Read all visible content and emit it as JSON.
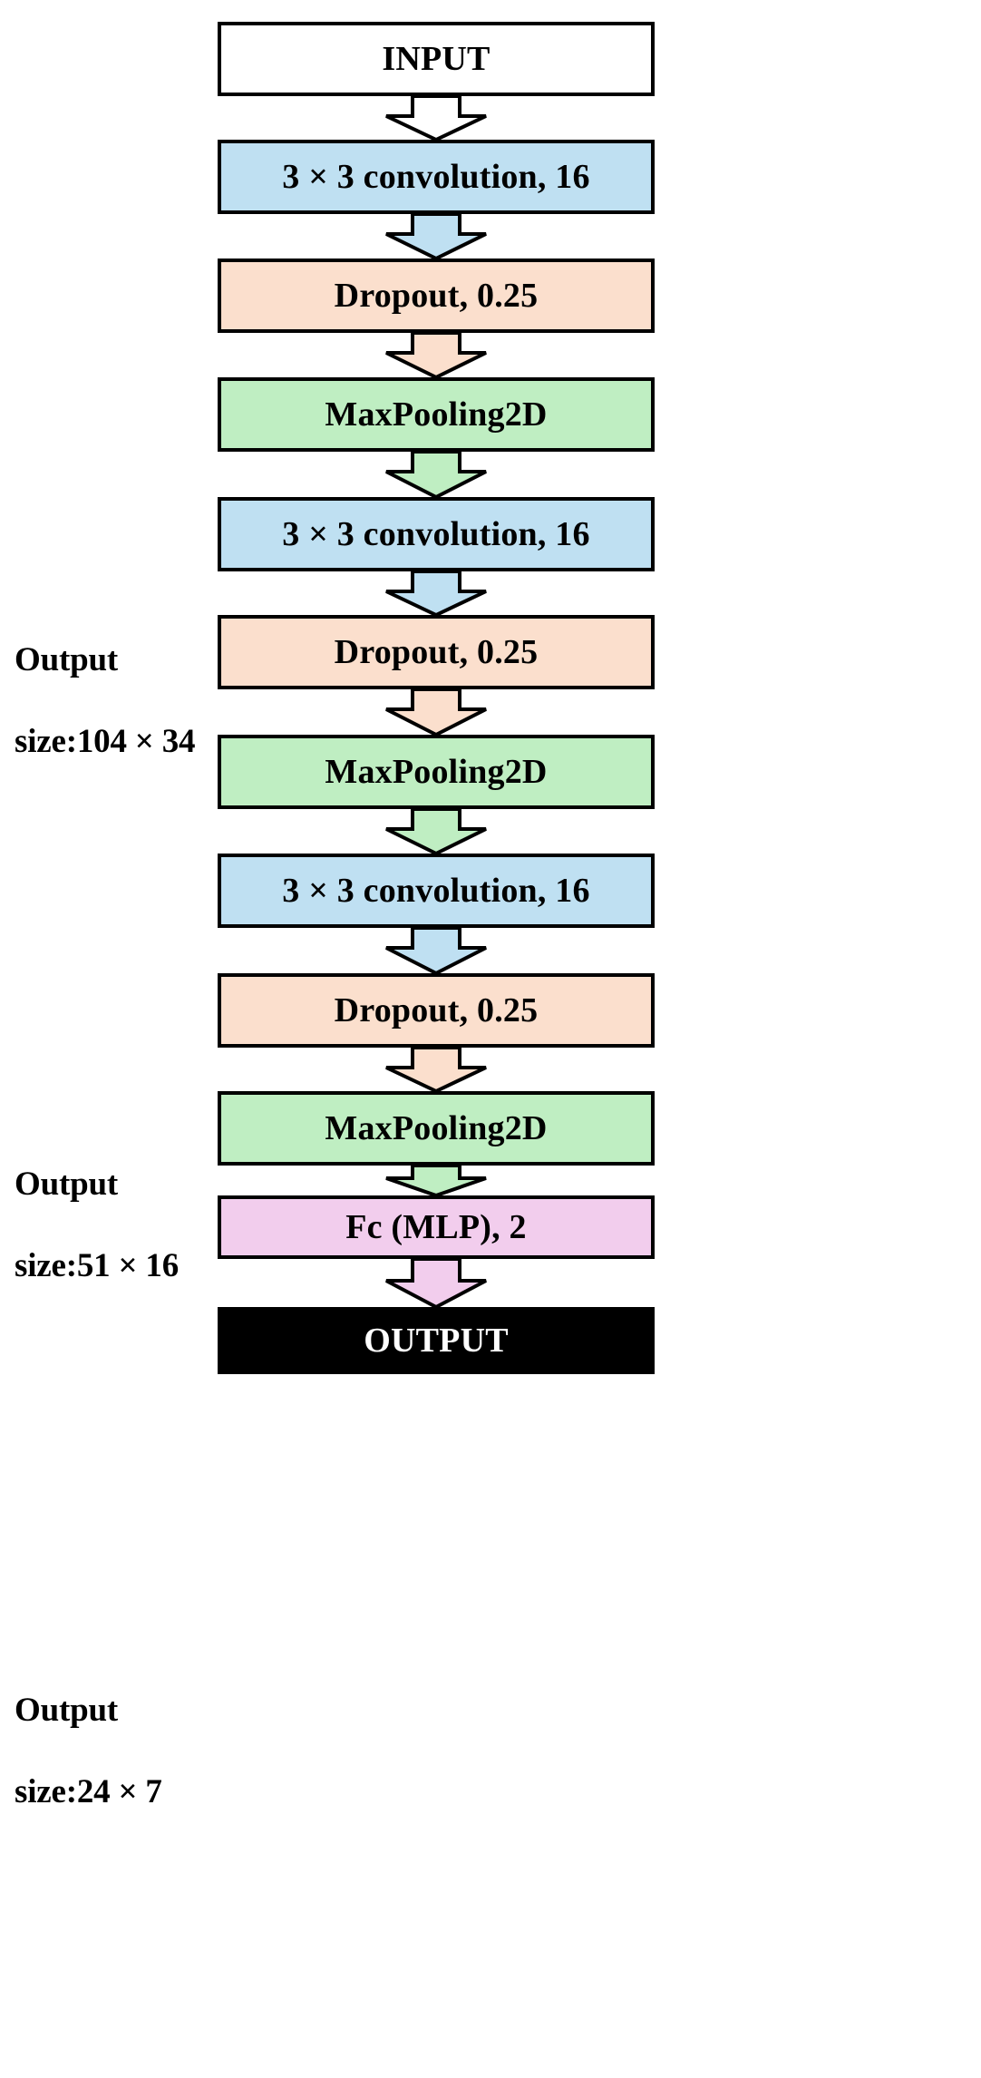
{
  "diagram": {
    "title": "CNN architecture flowchart",
    "colors": {
      "input_fill": "#ffffff",
      "conv_fill": "#bfe0f2",
      "dropout_fill": "#fbdfcd",
      "pool_fill": "#bfeec2",
      "fc_fill": "#f2cded",
      "output_fill": "#000000",
      "stroke": "#000000",
      "output_text": "#ffffff",
      "text": "#000000"
    },
    "nodes": [
      {
        "id": "input",
        "label": "INPUT",
        "type": "input",
        "fill": "#ffffff",
        "text_color": "#000000"
      },
      {
        "id": "conv1",
        "label": "3 × 3 convolution, 16",
        "type": "conv",
        "fill": "#bfe0f2",
        "text_color": "#000000"
      },
      {
        "id": "drop1",
        "label": "Dropout, 0.25",
        "type": "dropout",
        "fill": "#fbdfcd",
        "text_color": "#000000"
      },
      {
        "id": "pool1",
        "label": "MaxPooling2D",
        "type": "pool",
        "fill": "#bfeec2",
        "text_color": "#000000"
      },
      {
        "id": "conv2",
        "label": "3 × 3 convolution, 16",
        "type": "conv",
        "fill": "#bfe0f2",
        "text_color": "#000000"
      },
      {
        "id": "drop2",
        "label": "Dropout, 0.25",
        "type": "dropout",
        "fill": "#fbdfcd",
        "text_color": "#000000"
      },
      {
        "id": "pool2",
        "label": "MaxPooling2D",
        "type": "pool",
        "fill": "#bfeec2",
        "text_color": "#000000"
      },
      {
        "id": "conv3",
        "label": "3 × 3 convolution, 16",
        "type": "conv",
        "fill": "#bfe0f2",
        "text_color": "#000000"
      },
      {
        "id": "drop3",
        "label": "Dropout, 0.25",
        "type": "dropout",
        "fill": "#fbdfcd",
        "text_color": "#000000"
      },
      {
        "id": "pool3",
        "label": "MaxPooling2D",
        "type": "pool",
        "fill": "#bfeec2",
        "text_color": "#000000"
      },
      {
        "id": "fc",
        "label": "Fc (MLP), 2",
        "type": "fc",
        "fill": "#f2cded",
        "text_color": "#000000"
      },
      {
        "id": "output",
        "label": "OUTPUT",
        "type": "output",
        "fill": "#000000",
        "text_color": "#ffffff"
      }
    ],
    "edges": [
      {
        "from": "input",
        "to": "conv1",
        "arrow_fill": "#ffffff"
      },
      {
        "from": "conv1",
        "to": "drop1",
        "arrow_fill": "#bfe0f2"
      },
      {
        "from": "drop1",
        "to": "pool1",
        "arrow_fill": "#fbdfcd"
      },
      {
        "from": "pool1",
        "to": "conv2",
        "arrow_fill": "#bfeec2"
      },
      {
        "from": "conv2",
        "to": "drop2",
        "arrow_fill": "#bfe0f2"
      },
      {
        "from": "drop2",
        "to": "pool2",
        "arrow_fill": "#fbdfcd"
      },
      {
        "from": "pool2",
        "to": "conv3",
        "arrow_fill": "#bfeec2"
      },
      {
        "from": "conv3",
        "to": "drop3",
        "arrow_fill": "#bfe0f2"
      },
      {
        "from": "drop3",
        "to": "pool3",
        "arrow_fill": "#fbdfcd"
      },
      {
        "from": "pool3",
        "to": "fc",
        "arrow_fill": "#bfeec2"
      },
      {
        "from": "fc",
        "to": "output",
        "arrow_fill": "#f2cded"
      }
    ],
    "size_annotations": [
      {
        "id": "ann1",
        "line1": "Output",
        "line2": "size:104 × 34",
        "for_node": "pool1"
      },
      {
        "id": "ann2",
        "line1": "Output",
        "line2": "size:51 × 16",
        "for_node": "pool2"
      },
      {
        "id": "ann3",
        "line1": "Output",
        "line2": "size:24 × 7",
        "for_node": "pool3"
      }
    ]
  }
}
